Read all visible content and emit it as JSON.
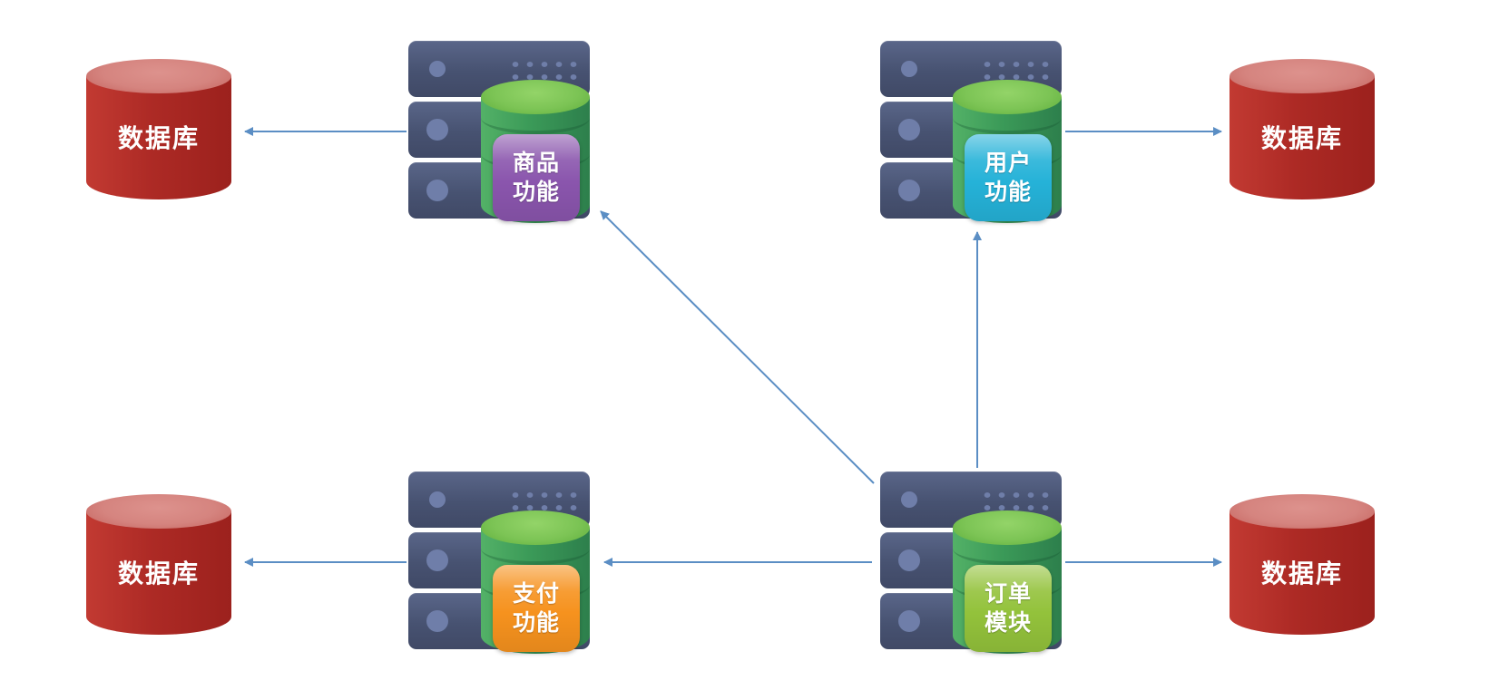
{
  "diagram": {
    "type": "architecture-diagram",
    "arrow_color": "#5b8ec4",
    "databases": [
      {
        "id": "db-top-left",
        "label": "数据库"
      },
      {
        "id": "db-top-right",
        "label": "数据库"
      },
      {
        "id": "db-bottom-left",
        "label": "数据库"
      },
      {
        "id": "db-bottom-right",
        "label": "数据库"
      }
    ],
    "services": [
      {
        "id": "product-service",
        "label": "商品\n功能",
        "badge_color": "#8a55ad"
      },
      {
        "id": "user-service",
        "label": "用户\n功能",
        "badge_color": "#25b2d8"
      },
      {
        "id": "payment-service",
        "label": "支付\n功能",
        "badge_color": "#f6921e"
      },
      {
        "id": "order-service",
        "label": "订单\n模块",
        "badge_color": "#93c23b"
      }
    ],
    "edges": [
      {
        "from": "product-service",
        "to": "db-top-left"
      },
      {
        "from": "user-service",
        "to": "db-top-right"
      },
      {
        "from": "payment-service",
        "to": "db-bottom-left"
      },
      {
        "from": "order-service",
        "to": "db-bottom-right"
      },
      {
        "from": "order-service",
        "to": "product-service"
      },
      {
        "from": "order-service",
        "to": "user-service"
      },
      {
        "from": "order-service",
        "to": "payment-service"
      }
    ],
    "colors": {
      "database_top": "#d5847f",
      "database_body": "#ab2823",
      "server_body": "#4a5475",
      "server_accent": "#6f7ea9",
      "cylinder_top": "#7cc455",
      "cylinder_body": "#3b9a58"
    }
  }
}
